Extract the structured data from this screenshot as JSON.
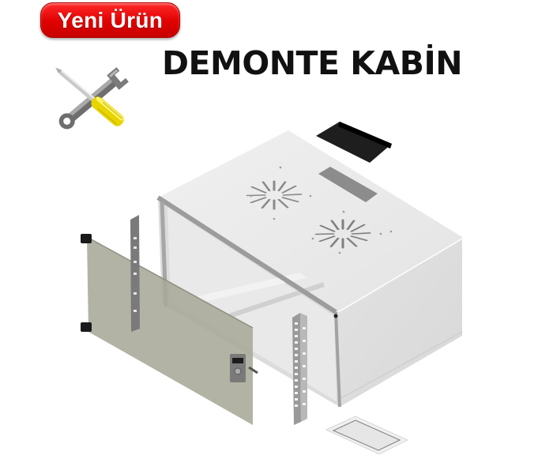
{
  "badge": {
    "label": "Yeni Ürün",
    "color": "#e60000"
  },
  "header": {
    "title": "DEMONTE KABİN"
  },
  "illustration": {
    "subject": "exploded view of wall-mount network cabinet",
    "icons": [
      "tools-icon"
    ],
    "parts": [
      "cabinet-body",
      "glass-front-door",
      "rack-rail-left",
      "rack-rail-right",
      "top-fan-vent-1",
      "top-fan-vent-2",
      "top-cable-entry-cover",
      "brush-panel",
      "bottom-blanking-plate",
      "door-lock",
      "door-hinges"
    ],
    "colors": {
      "cabinet": "#e6e6e6",
      "door_glass": "#b7b8a8",
      "rail": "#8f8f8f",
      "brush_panel": "#1c1c1c"
    }
  }
}
